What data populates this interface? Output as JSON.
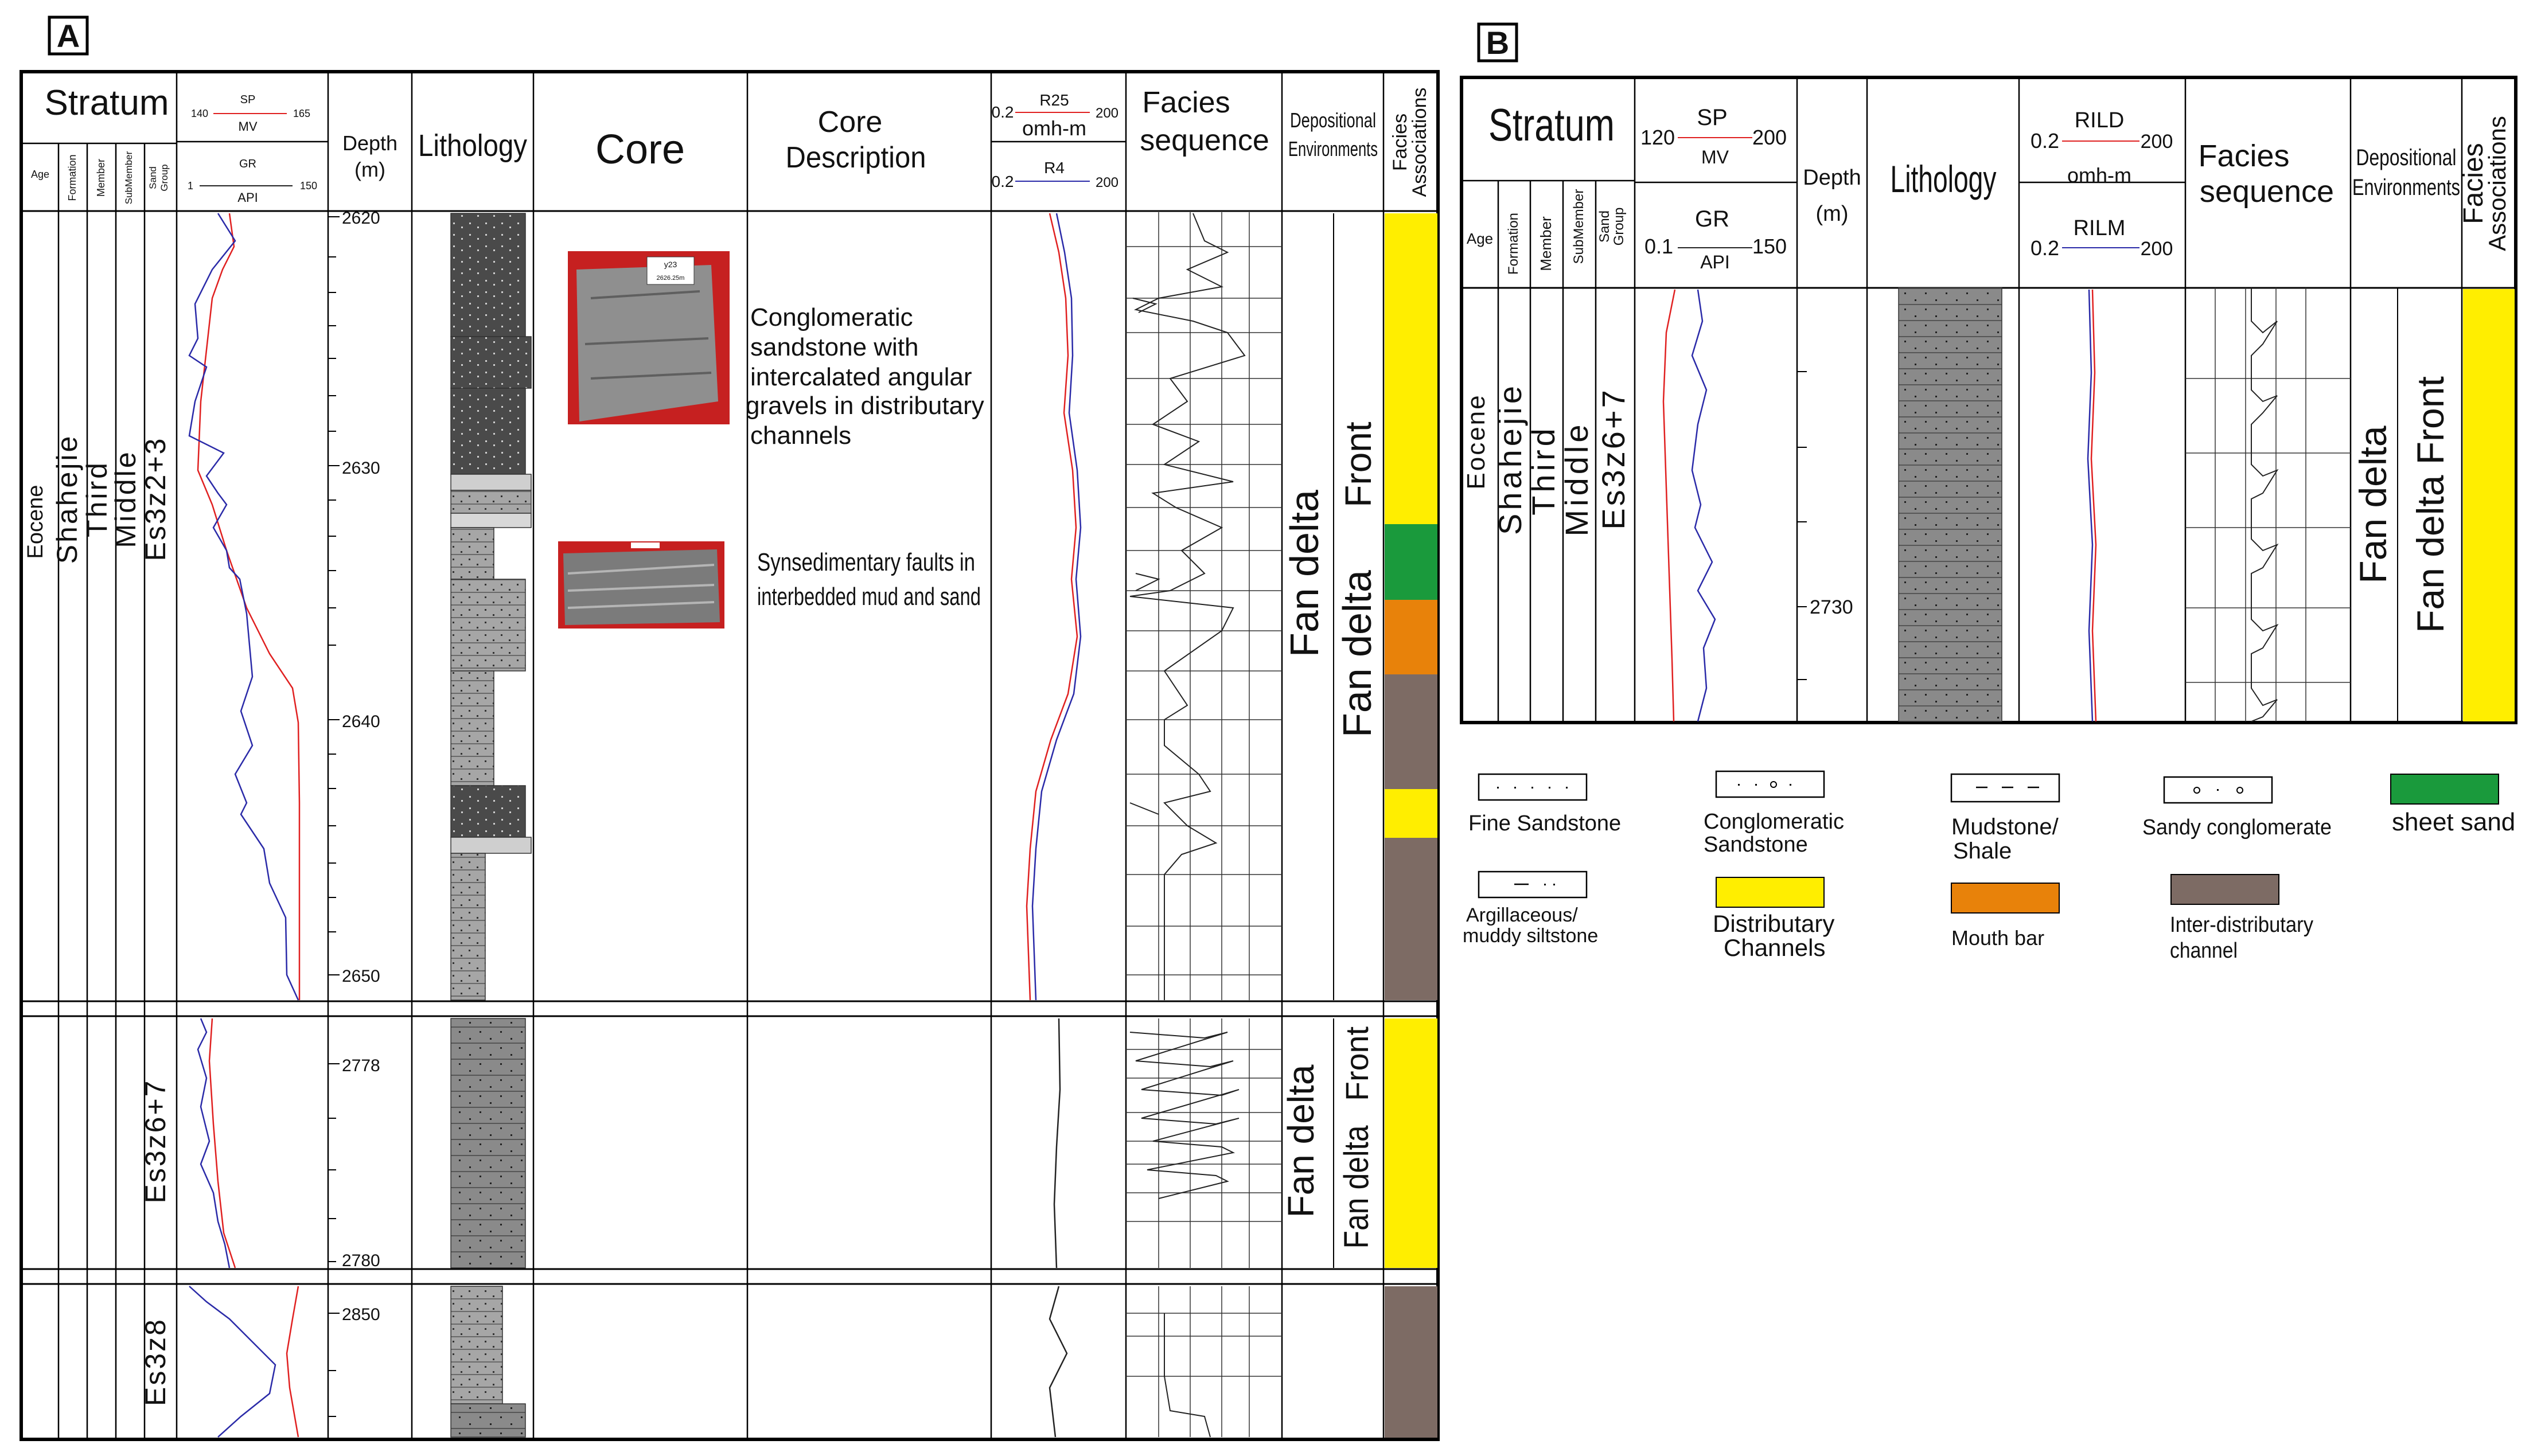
{
  "panel_a": {
    "label": "A",
    "headers": {
      "stratum": "Stratum",
      "sp": "SP",
      "sp_min": "140",
      "sp_max": "165",
      "sp_unit": "MV",
      "gr": "GR",
      "gr_min": "1",
      "gr_max": "150",
      "gr_unit": "API",
      "age": "Age",
      "formation": "Formation",
      "member": "Member",
      "submember": "SubMember",
      "sand_group_1": "Sand",
      "sand_group_2": "Group",
      "depth": "Depth",
      "depth_unit": "(m)",
      "lithology": "Lithology",
      "core": "Core",
      "core_desc_1": "Core",
      "core_desc_2": "Description",
      "r25": "R25",
      "r25_min": "0.2",
      "r25_max": "200",
      "res_unit": "omh-m",
      "r4": "R4",
      "r4_min": "0.2",
      "r4_max": "200",
      "facies_seq_1": "Facies",
      "facies_seq_2": "sequence",
      "dep_env_1": "Depositional",
      "dep_env_2": "Environments",
      "facies_assoc_1": "Facies",
      "facies_assoc_2": "Associations"
    },
    "stratum_values": {
      "age": "Eocene",
      "formation": "Shahejie",
      "member": "Third",
      "submember": "Middle",
      "sand_group_1": "Es3z2+3",
      "sand_group_2": "Es3z6+7",
      "sand_group_3": "Es3z8"
    },
    "depths_1": [
      "2620",
      "2630",
      "2640",
      "2650"
    ],
    "depths_2": [
      "2778",
      "2780"
    ],
    "depths_3": [
      "2850"
    ],
    "core_photo_1_label": "y23",
    "core_photo_1_sublabel": "2626.25m",
    "core_desc_1": [
      "Conglomeratic",
      "sandstone with",
      "intercalated angular",
      "gravels in distributary",
      "channels"
    ],
    "core_desc_2": [
      "Synsedimentary faults in",
      "interbedded mud and sand"
    ],
    "env_1_a": "Fan delta",
    "env_1_b": "Fan delta",
    "env_1_c": "Front",
    "env_2_a": "Fan delta",
    "env_2_b": "Fan delta",
    "env_2_c": "Front"
  },
  "panel_b": {
    "label": "B",
    "headers": {
      "stratum": "Stratum",
      "sp": "SP",
      "sp_min": "120",
      "sp_max": "200",
      "sp_unit": "MV",
      "gr": "GR",
      "gr_min": "0.1",
      "gr_max": "150",
      "gr_unit": "API",
      "age": "Age",
      "formation": "Formation",
      "member": "Member",
      "submember": "SubMember",
      "sand_group_1": "Sand",
      "sand_group_2": "Group",
      "depth": "Depth",
      "depth_unit": "(m)",
      "lithology": "Lithology",
      "rild": "RILD",
      "rild_min": "0.2",
      "rild_max": "200",
      "res_unit": "omh-m",
      "rilm": "RILM",
      "rilm_min": "0.2",
      "rilm_max": "200",
      "facies_seq_1": "Facies",
      "facies_seq_2": "sequence",
      "dep_env_1": "Depositional",
      "dep_env_2": "Environments",
      "facies_assoc_1": "Facies",
      "facies_assoc_2": "Associations"
    },
    "stratum_values": {
      "age": "Eocene",
      "formation": "Shahejie",
      "member": "Third",
      "submember": "Middle",
      "sand_group": "Es3z6+7"
    },
    "depth_value": "2730",
    "env_a": "Fan delta",
    "env_b": "Fan delta Front"
  },
  "legend": {
    "fine_sandstone": "Fine Sandstone",
    "conglomeratic_1": "Conglomeratic",
    "conglomeratic_2": "Sandstone",
    "mudstone_1": "Mudstone/",
    "mudstone_2": "Shale",
    "sandy_conglomerate": "Sandy conglomerate",
    "sheet_sand": "sheet sand",
    "argillaceous_1": "Argillaceous/",
    "argillaceous_2": "muddy siltstone",
    "distributary_1": "Distributary",
    "distributary_2": "Channels",
    "mouth_bar": "Mouth bar",
    "inter_1": "Inter-distributary",
    "inter_2": "channel"
  },
  "colors": {
    "distributary_channels": "#ffee00",
    "sheet_sand": "#1a9a3c",
    "mouth_bar": "#e8820a",
    "inter_distributary": "#7d6b64",
    "sp_curve": "#e02020",
    "gr_curve": "#2a2aa8",
    "litho_dark": "#4a4a4a",
    "litho_light": "#a6a6a6"
  }
}
